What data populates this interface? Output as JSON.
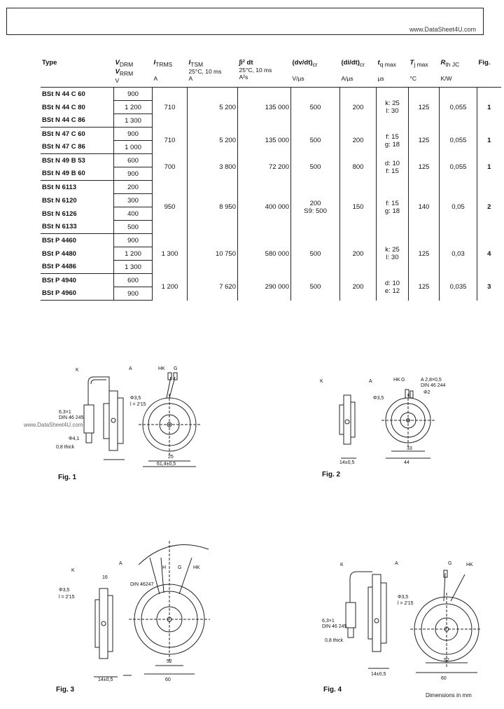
{
  "header": {
    "site": "www.DataSheet4U.com"
  },
  "watermark": "www.DataSheet4U.com",
  "table": {
    "headers": {
      "type": "Type",
      "vdrm": "V",
      "vdrm_sub1": "DRM",
      "vdrm_sub2": "RRM",
      "vdrm_unit": "V",
      "itrms": "I",
      "itrms_sub": "TRMS",
      "itrms_unit": "A",
      "itsm": "I",
      "itsm_sub": "TSM",
      "itsm_cond": "25°C, 10 ms",
      "itsm_unit": "A",
      "i2t": "∫i² dt",
      "i2t_cond": "25°C, 10 ms",
      "i2t_unit": "A²s",
      "dvdt": "(dv/dt)",
      "dvdt_sub": "cr",
      "dvdt_unit": "V/µs",
      "didt": "(di/dt)",
      "didt_sub": "cr",
      "didt_unit": "A/µs",
      "tq": "t",
      "tq_sub": "q max",
      "tq_unit": "µs",
      "tj": "T",
      "tj_sub": "j max",
      "tj_unit": "°C",
      "rth": "R",
      "rth_sub": "th JC",
      "rth_unit": "K/W",
      "fig": "Fig."
    },
    "groups": [
      {
        "rows": [
          {
            "type": "BSt N 44 C 60",
            "v": "900"
          },
          {
            "type": "BSt N 44 C 80",
            "v": "1 200"
          },
          {
            "type": "BSt N 44 C 86",
            "v": "1 300"
          }
        ],
        "itrms": "710",
        "itsm": "5 200",
        "i2t": "135 000",
        "dvdt": "500",
        "didt": "200",
        "tq1": "k:  25",
        "tq2": "l:  30",
        "tj": "125",
        "rth": "0,055",
        "fig": "1"
      },
      {
        "rows": [
          {
            "type": "BSt N 47 C 60",
            "v": "900"
          },
          {
            "type": "BSt N 47 C 86",
            "v": "1 000"
          }
        ],
        "itrms": "710",
        "itsm": "5 200",
        "i2t": "135 000",
        "dvdt": "500",
        "didt": "200",
        "tq1": "f:  15",
        "tq2": "g:  18",
        "tj": "125",
        "rth": "0,055",
        "fig": "1"
      },
      {
        "rows": [
          {
            "type": "BSt N 49 B 53",
            "v": "600"
          },
          {
            "type": "BSt N 49 B 60",
            "v": "900"
          }
        ],
        "itrms": "700",
        "itsm": "3 800",
        "i2t": "72 200",
        "dvdt": "500",
        "didt": "800",
        "tq1": "d:  10",
        "tq2": "f:  15",
        "tj": "125",
        "rth": "0,055",
        "fig": "1"
      },
      {
        "rows": [
          {
            "type": "BSt N 6113",
            "v": "200"
          },
          {
            "type": "BSt N 6120",
            "v": "300"
          },
          {
            "type": "BSt N 6126",
            "v": "400"
          },
          {
            "type": "BSt N 6133",
            "v": "500"
          }
        ],
        "itrms": "950",
        "itsm": "8 950",
        "i2t": "400 000",
        "dvdt": "200",
        "dvdt2": "S9: 500",
        "didt": "150",
        "tq1": "f:  15",
        "tq2": "g:  18",
        "tj": "140",
        "rth": "0,05",
        "fig": "2"
      },
      {
        "rows": [
          {
            "type": "BSt P 4460",
            "v": "900"
          },
          {
            "type": "BSt P 4480",
            "v": "1 200"
          },
          {
            "type": "BSt P 4486",
            "v": "1 300"
          }
        ],
        "itrms": "1 300",
        "itsm": "10 750",
        "i2t": "580 000",
        "dvdt": "500",
        "didt": "200",
        "tq1": "k:  25",
        "tq2": "l:  30",
        "tj": "125",
        "rth": "0,03",
        "fig": "4"
      },
      {
        "rows": [
          {
            "type": "BSt P 4940",
            "v": "600"
          },
          {
            "type": "BSt P 4960",
            "v": "900"
          }
        ],
        "itrms": "1 200",
        "itsm": "7 620",
        "i2t": "290 000",
        "dvdt": "500",
        "didt": "200",
        "tq1": "d:  10",
        "tq2": "e:  12",
        "tj": "125",
        "rth": "0,035",
        "fig": "3"
      }
    ]
  },
  "figures": {
    "fig1": {
      "caption": "Fig. 1",
      "k": "K",
      "a": "A",
      "hk": "HK",
      "g": "G",
      "tab": "6,3×1",
      "din": "DIN 46 245",
      "hole": "Φ4,1",
      "thk": "0,8 thick",
      "pin": "Φ3,5",
      "len": "25",
      "dia": "61,4±0,5",
      "ring": "l = 2'15"
    },
    "fig2": {
      "caption": "Fig. 2",
      "k": "K",
      "a": "A",
      "hk": "HK",
      "g": "G",
      "tab": "A 2,8×0,5",
      "din": "DIN 46 244",
      "pin": "Φ2",
      "pin2": "Φ3,5",
      "len": "33",
      "dia": "44",
      "h": "14±0,5"
    },
    "fig3": {
      "caption": "Fig. 3",
      "k": "K",
      "a": "A",
      "hk": "HK",
      "g": "G",
      "h": "H",
      "din": "DIN 46247",
      "pin": "Φ3,5",
      "ring": "l = 2'15",
      "len": "52",
      "dia": "60",
      "h2": "14±0,5",
      "side": "16"
    },
    "fig4": {
      "caption": "Fig. 4",
      "k": "K",
      "a": "A",
      "hk": "HK",
      "g": "G",
      "tab": "6,3×1",
      "din": "DIN 46 245",
      "thk": "0,8 thick",
      "pin": "Φ3,5",
      "ring": "l = 2'15",
      "len": "52",
      "dia": "60",
      "h": "14±0,5"
    },
    "note": "Dimensions in mm"
  }
}
